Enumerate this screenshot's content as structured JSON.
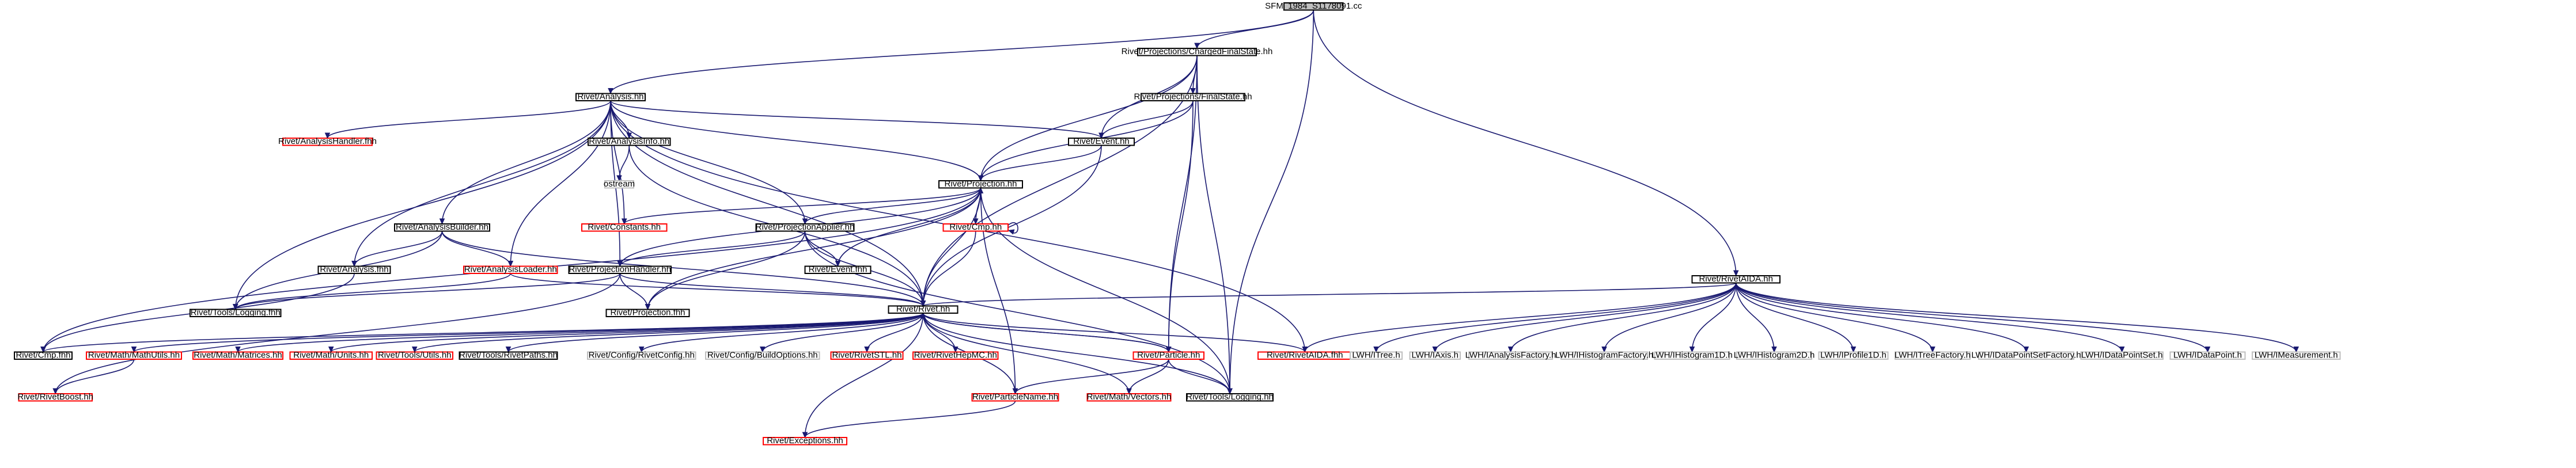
{
  "colors": {
    "edge": "#191970",
    "root_fill": "#bfbfbf",
    "default_border": "#000000",
    "missing_border": "#ff0000",
    "external_border": "#bfbfbf",
    "text": "#000000"
  },
  "nodes": [
    {
      "id": "root",
      "label": "SFM_1984_S1178091.cc",
      "kind": "root"
    },
    {
      "id": "analysis",
      "label": "Rivet/Analysis.hh",
      "kind": "normal"
    },
    {
      "id": "cfs",
      "label": "Rivet/Projections/ChargedFinalState.hh",
      "kind": "normal"
    },
    {
      "id": "rivetaida",
      "label": "Rivet/RivetAIDA.hh",
      "kind": "normal"
    },
    {
      "id": "fs",
      "label": "Rivet/Projections/FinalState.hh",
      "kind": "normal"
    },
    {
      "id": "ahandler",
      "label": "Rivet/AnalysisHandler.fhh",
      "kind": "missing"
    },
    {
      "id": "ainfo",
      "label": "Rivet/AnalysisInfo.hh",
      "kind": "normal"
    },
    {
      "id": "event",
      "label": "Rivet/Event.hh",
      "kind": "normal"
    },
    {
      "id": "ostream",
      "label": "ostream",
      "kind": "external"
    },
    {
      "id": "projection",
      "label": "Rivet/Projection.hh",
      "kind": "normal"
    },
    {
      "id": "constants",
      "label": "Rivet/Constants.hh",
      "kind": "missing"
    },
    {
      "id": "abuilder",
      "label": "Rivet/AnalysisBuilder.hh",
      "kind": "normal"
    },
    {
      "id": "cmp",
      "label": "Rivet/Cmp.hh",
      "kind": "missing"
    },
    {
      "id": "papplier",
      "label": "Rivet/ProjectionApplier.hh",
      "kind": "normal"
    },
    {
      "id": "analysisfhh",
      "label": "Rivet/Analysis.fhh",
      "kind": "normal"
    },
    {
      "id": "aloader",
      "label": "Rivet/AnalysisLoader.hh",
      "kind": "missing"
    },
    {
      "id": "phandler",
      "label": "Rivet/ProjectionHandler.hh",
      "kind": "normal"
    },
    {
      "id": "eventfhh",
      "label": "Rivet/Event.fhh",
      "kind": "normal"
    },
    {
      "id": "loggingfhh",
      "label": "Rivet/Tools/Logging.fhh",
      "kind": "normal"
    },
    {
      "id": "projfhh",
      "label": "Rivet/Projection.fhh",
      "kind": "normal"
    },
    {
      "id": "rivethh",
      "label": "Rivet/Rivet.hh",
      "kind": "normal"
    },
    {
      "id": "cmpfhh",
      "label": "Rivet/Cmp.fhh",
      "kind": "normal"
    },
    {
      "id": "mathutils",
      "label": "Rivet/Math/MathUtils.hh",
      "kind": "missing"
    },
    {
      "id": "matrices",
      "label": "Rivet/Math/Matrices.hh",
      "kind": "missing"
    },
    {
      "id": "units",
      "label": "Rivet/Math/Units.hh",
      "kind": "missing"
    },
    {
      "id": "utils",
      "label": "Rivet/Tools/Utils.hh",
      "kind": "missing"
    },
    {
      "id": "rivetpaths",
      "label": "Rivet/Tools/RivetPaths.hh",
      "kind": "normal"
    },
    {
      "id": "rivetconfig",
      "label": "Rivet/Config/RivetConfig.hh",
      "kind": "external"
    },
    {
      "id": "buildoptions",
      "label": "Rivet/Config/BuildOptions.hh",
      "kind": "external"
    },
    {
      "id": "rivetstl",
      "label": "Rivet/RivetSTL.hh",
      "kind": "missing"
    },
    {
      "id": "rivethepmc",
      "label": "Rivet/RivetHepMC.hh",
      "kind": "missing"
    },
    {
      "id": "particle",
      "label": "Rivet/Particle.hh",
      "kind": "missing"
    },
    {
      "id": "rivetaidafhh",
      "label": "Rivet/RivetAIDA.fhh",
      "kind": "missing"
    },
    {
      "id": "logginghh",
      "label": "Rivet/Tools/Logging.hh",
      "kind": "normal"
    },
    {
      "id": "rivetboost",
      "label": "Rivet/RivetBoost.hh",
      "kind": "missing"
    },
    {
      "id": "particlename",
      "label": "Rivet/ParticleName.hh",
      "kind": "missing"
    },
    {
      "id": "vectors",
      "label": "Rivet/Math/Vectors.hh",
      "kind": "missing"
    },
    {
      "id": "exceptions",
      "label": "Rivet/Exceptions.hh",
      "kind": "missing"
    },
    {
      "id": "itree",
      "label": "LWH/ITree.h",
      "kind": "external"
    },
    {
      "id": "iaxis",
      "label": "LWH/IAxis.h",
      "kind": "external"
    },
    {
      "id": "ianalysisfactory",
      "label": "LWH/IAnalysisFactory.h",
      "kind": "external"
    },
    {
      "id": "ihistogramfactory",
      "label": "LWH/IHistogramFactory.h",
      "kind": "external"
    },
    {
      "id": "ihistogram1d",
      "label": "LWH/IHistogram1D.h",
      "kind": "external"
    },
    {
      "id": "ihistogram2d",
      "label": "LWH/IHistogram2D.h",
      "kind": "external"
    },
    {
      "id": "iprofile1d",
      "label": "LWH/IProfile1D.h",
      "kind": "external"
    },
    {
      "id": "itreefactory",
      "label": "LWH/ITreeFactory.h",
      "kind": "external"
    },
    {
      "id": "idpsfactory",
      "label": "LWH/IDataPointSetFactory.h",
      "kind": "external"
    },
    {
      "id": "idps",
      "label": "LWH/IDataPointSet.h",
      "kind": "external"
    },
    {
      "id": "idatapoint",
      "label": "LWH/IDataPoint.h",
      "kind": "external"
    },
    {
      "id": "imeasurement",
      "label": "LWH/IMeasurement.h",
      "kind": "external"
    }
  ],
  "edges": [
    [
      "root",
      "analysis"
    ],
    [
      "root",
      "cfs"
    ],
    [
      "root",
      "rivetaida"
    ],
    [
      "root",
      "logginghh"
    ],
    [
      "cfs",
      "fs"
    ],
    [
      "cfs",
      "event"
    ],
    [
      "cfs",
      "projection"
    ],
    [
      "cfs",
      "rivethh"
    ],
    [
      "cfs",
      "particle"
    ],
    [
      "cfs",
      "logginghh"
    ],
    [
      "fs",
      "event"
    ],
    [
      "fs",
      "projection"
    ],
    [
      "fs",
      "particle"
    ],
    [
      "analysis",
      "ahandler"
    ],
    [
      "analysis",
      "ainfo"
    ],
    [
      "analysis",
      "event"
    ],
    [
      "analysis",
      "projection"
    ],
    [
      "analysis",
      "constants"
    ],
    [
      "analysis",
      "abuilder"
    ],
    [
      "analysis",
      "papplier"
    ],
    [
      "analysis",
      "analysisfhh"
    ],
    [
      "analysis",
      "aloader"
    ],
    [
      "analysis",
      "phandler"
    ],
    [
      "analysis",
      "loggingfhh"
    ],
    [
      "analysis",
      "rivethh"
    ],
    [
      "analysis",
      "rivetaidafhh"
    ],
    [
      "ainfo",
      "ostream"
    ],
    [
      "ainfo",
      "rivethh"
    ],
    [
      "event",
      "projection"
    ],
    [
      "event",
      "rivethh"
    ],
    [
      "projection",
      "constants"
    ],
    [
      "projection",
      "cmp"
    ],
    [
      "projection",
      "papplier"
    ],
    [
      "projection",
      "phandler"
    ],
    [
      "projection",
      "eventfhh"
    ],
    [
      "projection",
      "projfhh"
    ],
    [
      "projection",
      "rivethh"
    ],
    [
      "projection",
      "cmpfhh"
    ],
    [
      "projection",
      "particlename"
    ],
    [
      "projection",
      "logginghh"
    ],
    [
      "cmp",
      "projection"
    ],
    [
      "cmp",
      "cmp"
    ],
    [
      "cmp",
      "rivethh"
    ],
    [
      "papplier",
      "phandler"
    ],
    [
      "papplier",
      "eventfhh"
    ],
    [
      "papplier",
      "projfhh"
    ],
    [
      "papplier",
      "rivethh"
    ],
    [
      "papplier",
      "logginghh"
    ],
    [
      "abuilder",
      "analysisfhh"
    ],
    [
      "abuilder",
      "aloader"
    ],
    [
      "abuilder",
      "loggingfhh"
    ],
    [
      "abuilder",
      "rivethh"
    ],
    [
      "analysisfhh",
      "cmpfhh"
    ],
    [
      "aloader",
      "loggingfhh"
    ],
    [
      "aloader",
      "rivethh"
    ],
    [
      "phandler",
      "projfhh"
    ],
    [
      "phandler",
      "loggingfhh"
    ],
    [
      "phandler",
      "rivethh"
    ],
    [
      "phandler",
      "rivetboost"
    ],
    [
      "rivethh",
      "cmpfhh"
    ],
    [
      "rivethh",
      "mathutils"
    ],
    [
      "rivethh",
      "matrices"
    ],
    [
      "rivethh",
      "units"
    ],
    [
      "rivethh",
      "utils"
    ],
    [
      "rivethh",
      "rivetpaths"
    ],
    [
      "rivethh",
      "rivetconfig"
    ],
    [
      "rivethh",
      "buildoptions"
    ],
    [
      "rivethh",
      "rivetstl"
    ],
    [
      "rivethh",
      "rivethepmc"
    ],
    [
      "rivethh",
      "particle"
    ],
    [
      "rivethh",
      "rivetaidafhh"
    ],
    [
      "rivethh",
      "logginghh"
    ],
    [
      "rivethh",
      "particlename"
    ],
    [
      "rivethh",
      "vectors"
    ],
    [
      "rivethh",
      "exceptions"
    ],
    [
      "mathutils",
      "rivetboost"
    ],
    [
      "particle",
      "rivethh"
    ],
    [
      "particle",
      "particlename"
    ],
    [
      "particle",
      "vectors"
    ],
    [
      "particle",
      "logginghh"
    ],
    [
      "particlename",
      "exceptions"
    ],
    [
      "rivetaida",
      "rivethh"
    ],
    [
      "rivetaida",
      "rivetaidafhh"
    ],
    [
      "rivetaida",
      "itree"
    ],
    [
      "rivetaida",
      "iaxis"
    ],
    [
      "rivetaida",
      "ianalysisfactory"
    ],
    [
      "rivetaida",
      "ihistogramfactory"
    ],
    [
      "rivetaida",
      "ihistogram1d"
    ],
    [
      "rivetaida",
      "ihistogram2d"
    ],
    [
      "rivetaida",
      "iprofile1d"
    ],
    [
      "rivetaida",
      "itreefactory"
    ],
    [
      "rivetaida",
      "idpsfactory"
    ],
    [
      "rivetaida",
      "idps"
    ],
    [
      "rivetaida",
      "idatapoint"
    ],
    [
      "rivetaida",
      "imeasurement"
    ]
  ]
}
